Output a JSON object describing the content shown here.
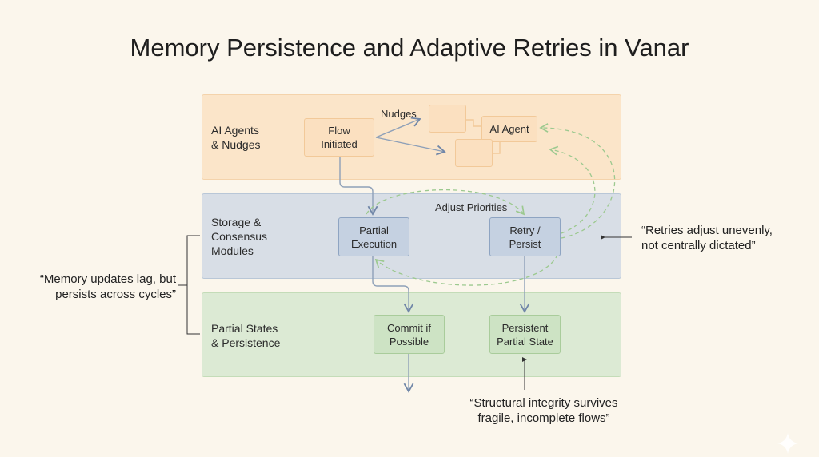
{
  "title": "Memory Persistence and Adaptive Retries in Vanar",
  "bands": {
    "agents": {
      "label_line1": "AI Agents",
      "label_line2": "& Nudges"
    },
    "storage": {
      "label_line1": "Storage &",
      "label_line2": "Consensus",
      "label_line3": "Modules"
    },
    "states": {
      "label_line1": "Partial States",
      "label_line2": "& Persistence"
    }
  },
  "nodes": {
    "flow": {
      "line1": "Flow",
      "line2": "Initiated"
    },
    "agent": {
      "line1": "AI Agent"
    },
    "partial_exec": {
      "line1": "Partial",
      "line2": "Execution"
    },
    "retry": {
      "line1": "Retry /",
      "line2": "Persist"
    },
    "commit": {
      "line1": "Commit if",
      "line2": "Possible"
    },
    "persistent": {
      "line1": "Persistent",
      "line2": "Partial State"
    }
  },
  "edge_labels": {
    "nudges": "Nudges",
    "adjust": "Adjust Priorities"
  },
  "notes": {
    "left": {
      "line1": "“Memory updates lag, but",
      "line2": "persists across cycles”"
    },
    "right": {
      "line1": "“Retries adjust unevenly,",
      "line2": "not centrally dictated”"
    },
    "bottom": {
      "line1": "“Structural integrity survives",
      "line2": "fragile, incomplete flows”"
    }
  },
  "colors": {
    "orange": "#fbe5c9",
    "blue": "#d8dee6",
    "green": "#dcead4",
    "arrow": "#7187a8",
    "dashed": "#9cc98f"
  }
}
